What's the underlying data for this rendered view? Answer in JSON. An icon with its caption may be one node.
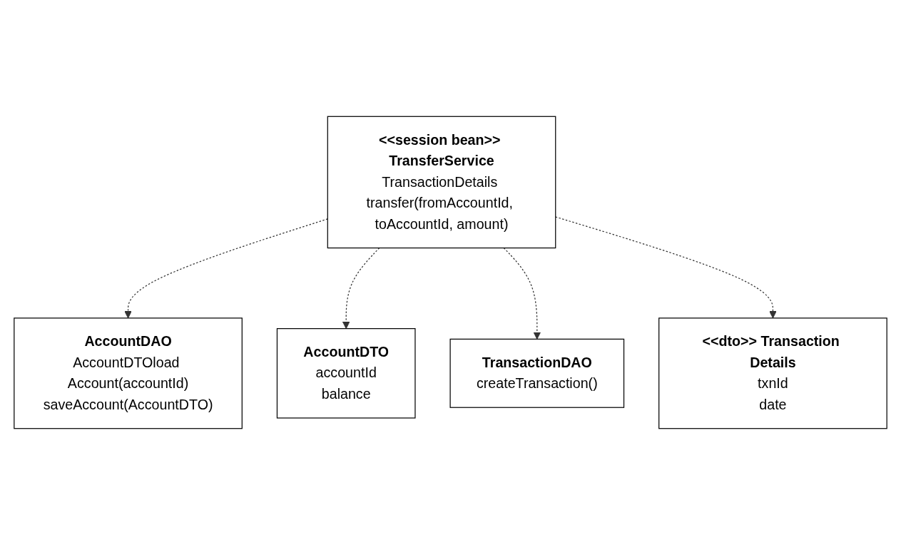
{
  "diagram": {
    "nodes": [
      {
        "text": [
          "<<session bean>> TransferService",
          "TransactionDetails transfer(fromAccountId, toAccountId, amount)"
        ]
      },
      {
        "text": [
          "AccountDAO",
          "AccountDTOload Account(accountId)",
          "saveAccount(AccountDTO)"
        ]
      },
      {
        "text": [
          "TransactionDAO",
          "createTransaction()"
        ]
      },
      {
        "text": [
          "<<dto>> Transaction Details",
          "txnId",
          "date"
        ]
      },
      {
        "text": [
          "AccountDTO",
          "accountId",
          "balance"
        ]
      }
    ],
    "edges": [
      {
        "from": 0,
        "to": 1,
        "arrow": "to",
        "style": "dashed"
      },
      {
        "from": 0,
        "to": 4,
        "arrow": "to",
        "style": "dashed"
      },
      {
        "from": 0,
        "to": 2,
        "arrow": "to",
        "style": "dashed"
      },
      {
        "from": 0,
        "to": 3,
        "arrow": "to",
        "style": "dashed"
      }
    ]
  }
}
